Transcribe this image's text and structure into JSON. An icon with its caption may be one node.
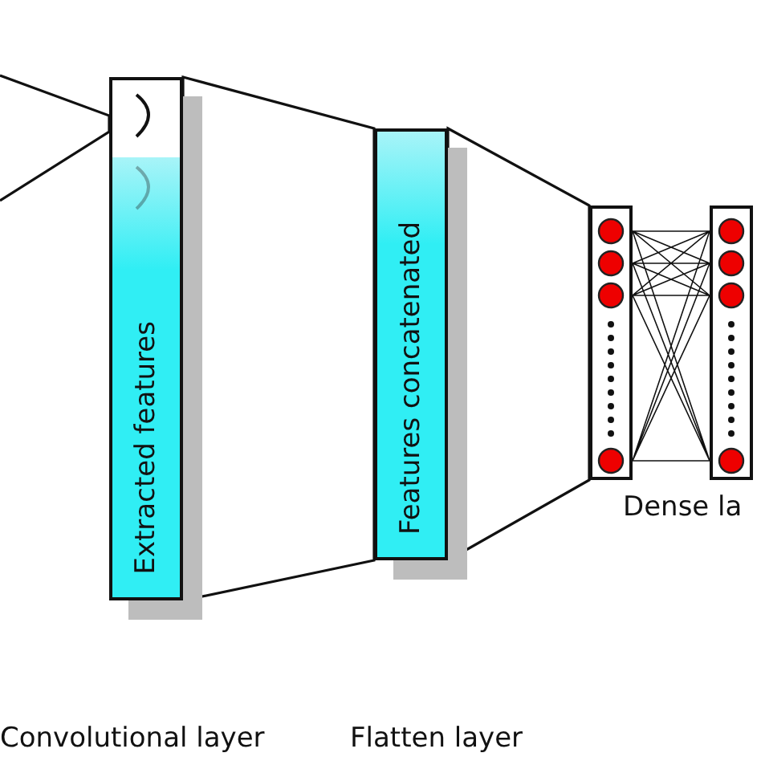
{
  "diagram": {
    "nodes": [
      {
        "text": [
          "Extracted features"
        ]
      },
      {
        "text": [
          "Features concatenated"
        ]
      },
      {
        "text": [],
        "shape": "box"
      },
      {
        "text": [],
        "shape": "box"
      }
    ],
    "edges": [
      {
        "from": null,
        "to": 0,
        "arrow": "none"
      },
      {
        "from": 0,
        "to": 1,
        "arrow": "none"
      },
      {
        "from": 1,
        "to": 2,
        "arrow": "none"
      },
      {
        "from": 2,
        "to": 3,
        "arrow": "none"
      }
    ],
    "labels": [
      "Dense la",
      "Convolutional layer",
      "Flatten layer"
    ]
  }
}
